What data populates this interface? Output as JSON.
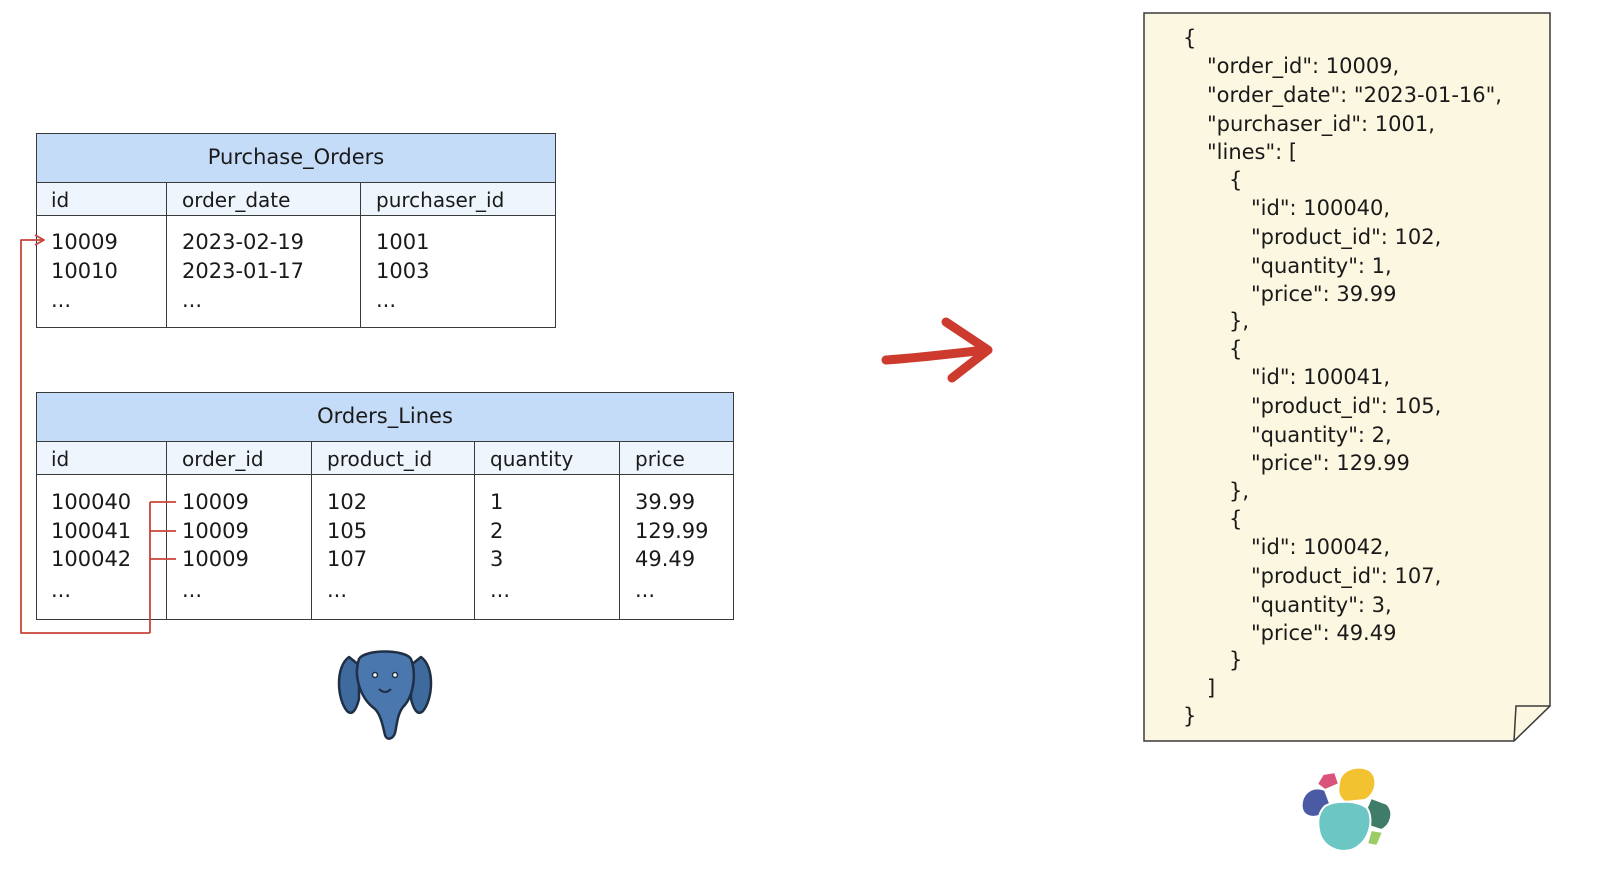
{
  "purchase_orders": {
    "title": "Purchase_Orders",
    "columns": [
      "id",
      "order_date",
      "purchaser_id"
    ],
    "rows": [
      [
        "10009",
        "2023-02-19",
        "1001"
      ],
      [
        "10010",
        "2023-01-17",
        "1003"
      ],
      [
        "...",
        "...",
        "..."
      ]
    ]
  },
  "order_lines": {
    "title": "Orders_Lines",
    "columns": [
      "id",
      "order_id",
      "product_id",
      "quantity",
      "price"
    ],
    "rows": [
      [
        "100040",
        "10009",
        "102",
        "1",
        "39.99"
      ],
      [
        "100041",
        "10009",
        "105",
        "2",
        "129.99"
      ],
      [
        "100042",
        "10009",
        "107",
        "3",
        "49.49"
      ],
      [
        "...",
        "...",
        "...",
        "...",
        "..."
      ]
    ]
  },
  "document": {
    "lines": [
      "{",
      "\"order_id\": 10009,",
      "\"order_date\": \"2023-01-16\",",
      "\"purchaser_id\": 1001,",
      "\"lines\": [",
      "{",
      "\"id\": 100040,",
      "\"product_id\": 102,",
      "\"quantity\": 1,",
      "\"price\": 39.99",
      "},",
      "{",
      "\"id\": 100041,",
      "\"product_id\": 105,",
      "\"quantity\": 2,",
      "\"price\": 129.99",
      "},",
      "{",
      "\"id\": 100042,",
      "\"product_id\": 107,",
      "\"quantity\": 3,",
      "\"price\": 49.49",
      "}",
      "]",
      "}"
    ]
  },
  "icons": {
    "source": "postgresql-elephant-icon",
    "target": "elasticsearch-logo-icon",
    "transform": "arrow-right-icon"
  },
  "colors": {
    "table_header": "#c4dcf7",
    "column_header": "#eef5fd",
    "relation_line": "#c9443a",
    "arrow": "#cc3b2e",
    "paper": "#fbf7e1",
    "elephant": "#3f6a9e"
  }
}
